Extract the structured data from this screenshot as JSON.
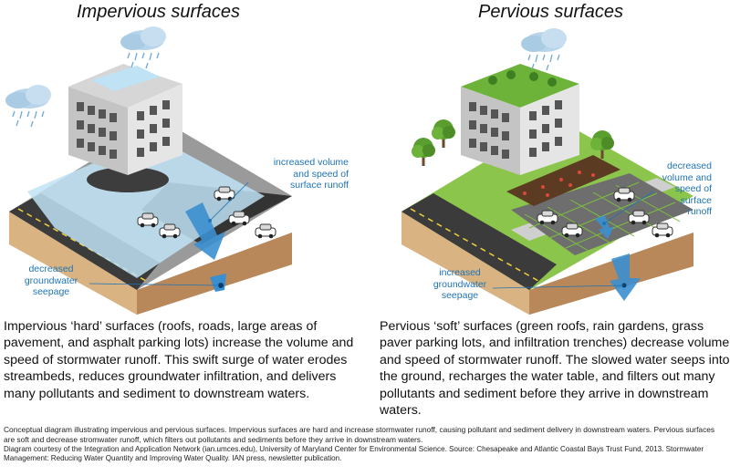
{
  "panels": {
    "left": {
      "title": "Impervious surfaces",
      "callout_runoff": [
        "increased volume",
        "and speed of",
        "surface runoff"
      ],
      "callout_seepage": [
        "decreased",
        "groundwater",
        "seepage"
      ],
      "description": "Impervious ‘hard’ surfaces (roofs, roads, large areas of pavement, and asphalt parking lots) increase the volume and speed of stormwater runoff. This swift surge of water erodes streambeds, reduces groundwater infiltration, and delivers many pollutants and sediment to downstream waters."
    },
    "right": {
      "title": "Pervious surfaces",
      "callout_runoff": [
        "decreased",
        "volume and",
        "speed of",
        "surface",
        "runoff"
      ],
      "callout_seepage": [
        "increased",
        "groundwater",
        "seepage"
      ],
      "description": "Pervious ‘soft’ surfaces (green roofs, rain gardens, grass paver parking lots, and infiltration trenches) decrease volume and speed of stormwater runoff. The slowed water seeps into the ground, recharges the water table, and filters out many pollutants and sediment before they arrive in downstream waters."
    }
  },
  "caption": {
    "main": "Conceptual diagram illustrating impervious and pervious surfaces. Impervious surfaces are hard and increase stormwater runoff, causing pollutant and sediment delivery in downstream waters. Pervious surfaces are soft and decrease stromwater runoff, which filters out pollutants and sediments before they arrive in downstream waters.",
    "credit": "Diagram courtesy of the Integration and Application Network (ian.umces.edu), University of Maryland Center for Environmental Science. Source: Chesapeake and Atlantic Coastal Bays Trust Fund, 2013. Stormwater Management: Reducing Water Quantity and Improving Water Quality. IAN press, newsletter publication."
  },
  "colors": {
    "callout_blue": "#1f74b5",
    "water": "#bfe3f5",
    "soil": "#d9b382",
    "grass": "#7cbf3f",
    "asphalt": "#3b3b3b"
  },
  "icons": [
    "rain-cloud-icon",
    "car-icon",
    "tree-icon",
    "building-icon",
    "flow-arrow-icon"
  ]
}
